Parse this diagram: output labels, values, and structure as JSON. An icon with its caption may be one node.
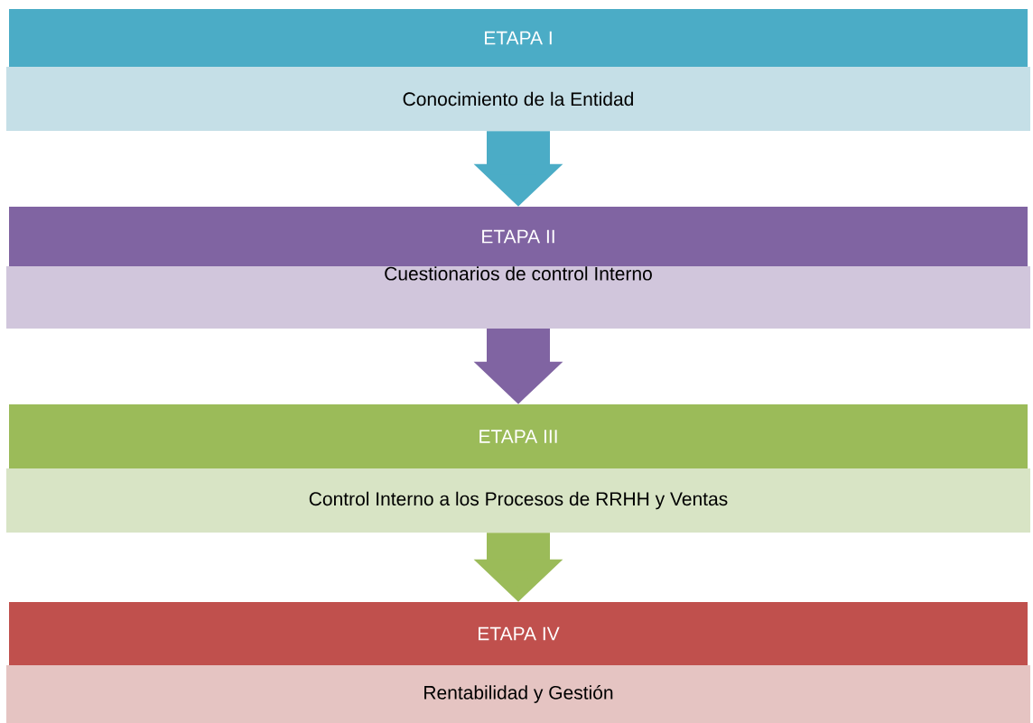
{
  "diagram": {
    "nodes": [
      {
        "text": [
          "ETAPA I"
        ]
      },
      {
        "text": [
          "Conocimiento de la Entidad"
        ]
      },
      {
        "text": [
          "ETAPA II"
        ]
      },
      {
        "text": [
          "Cuestionarios de control Interno"
        ]
      },
      {
        "text": [
          "ETAPA III"
        ]
      },
      {
        "text": [
          "Control Interno a los Procesos de RRHH y Ventas"
        ]
      },
      {
        "text": [
          "ETAPA IV"
        ]
      },
      {
        "text": [
          "Rentabilidad y Gestión"
        ]
      }
    ],
    "edges": [
      {
        "from": 1,
        "to": 2,
        "arrow": "to",
        "color": "#4bacc6"
      },
      {
        "from": 3,
        "to": 4,
        "arrow": "to",
        "color": "#8064a2"
      },
      {
        "from": 5,
        "to": 6,
        "arrow": "to",
        "color": "#9bbb59"
      }
    ]
  }
}
